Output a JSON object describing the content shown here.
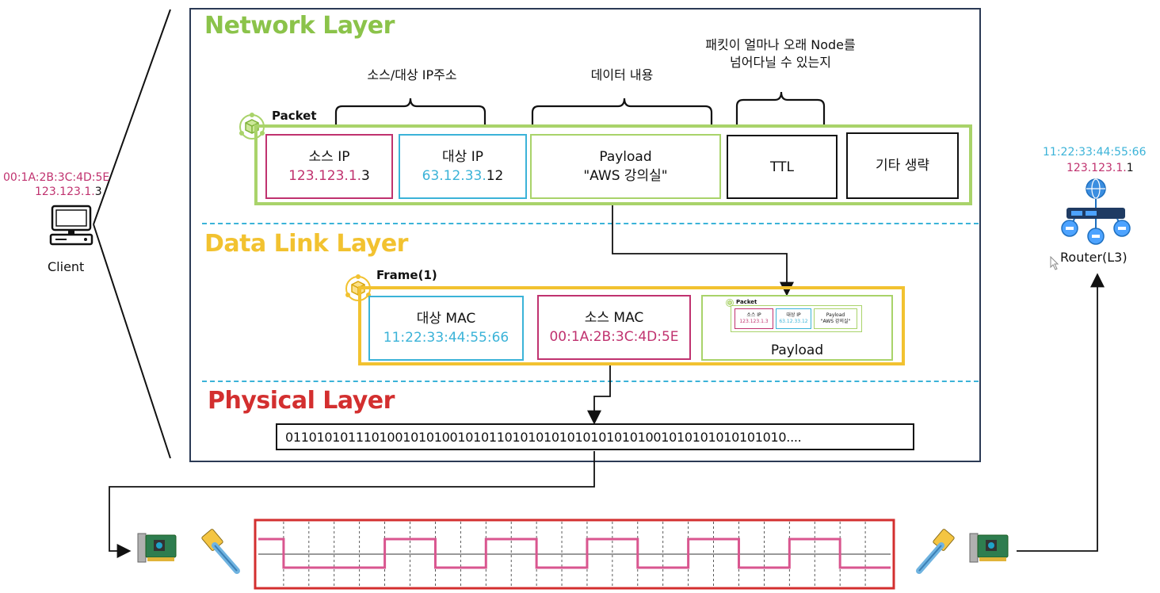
{
  "layers": {
    "network": "Network Layer",
    "datalink": "Data Link Layer",
    "physical": "Physical Layer"
  },
  "annotations": {
    "ip_range": "소스/대상 IP주소",
    "data_content": "데이터 내용",
    "ttl_line1": "패킷이 얼마나 오래 Node를",
    "ttl_line2": "넘어다닐 수 있는지"
  },
  "packet": {
    "tag": "Packet",
    "src_label": "소스 IP",
    "src_value_prefix": "123.123.1.",
    "src_value_suffix": "3",
    "dst_label": "대상 IP",
    "dst_value_prefix": "63.12.33.",
    "dst_value_suffix": "12",
    "payload_label": "Payload",
    "payload_value": "\"AWS 강의실\"",
    "ttl": "TTL",
    "etc": "기타 생략"
  },
  "frame": {
    "tag": "Frame(1)",
    "dst_label": "대상 MAC",
    "dst_value": "11:22:33:44:55:66",
    "src_label": "소스 MAC",
    "src_value": "00:1A:2B:3C:4D:5E",
    "payload_label": "Payload",
    "mini": {
      "tag": "Packet",
      "src_label": "소스 IP",
      "src_value": "123.123.1.3",
      "dst_label": "대상 IP",
      "dst_value": "63.12.33.12",
      "payload_label": "Payload",
      "payload_value": "\"AWS 강의실\""
    }
  },
  "physical": {
    "bits": "0110101011101001010100101011010101010101010101001010101010101010...."
  },
  "client": {
    "mac": "00:1A:2B:3C:4D:5E",
    "ip_prefix": "123.123.1.",
    "ip_suffix": "3",
    "label": "Client"
  },
  "router": {
    "mac": "11:22:33:44:55:66",
    "ip_prefix": "123.123.1.",
    "ip_suffix": "1",
    "label": "Router(L3)"
  },
  "signal": {
    "levels": [
      1,
      0,
      0,
      0,
      0,
      1,
      1,
      0,
      0,
      1,
      1,
      0,
      0,
      1,
      1,
      0,
      0,
      1,
      1,
      0,
      0,
      1,
      1,
      0,
      0
    ],
    "colors": {
      "frame": "#d32f2f",
      "wave": "#d9568f"
    }
  },
  "colors": {
    "network": "#8bc34a",
    "datalink": "#f2c230",
    "physical": "#d32f2f",
    "pink": "#c0326f",
    "blue": "#3bb3d8",
    "dashed": "#3bb3d8"
  }
}
